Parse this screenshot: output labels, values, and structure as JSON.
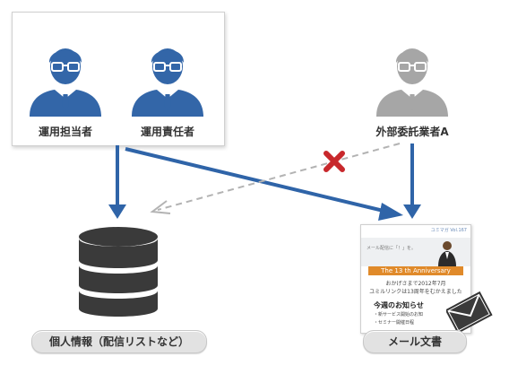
{
  "people": {
    "operator": "運用担当者",
    "manager": "運用責任者",
    "contractor": "外部委託業者A"
  },
  "stores": {
    "database": "個人情報（配信リストなど）",
    "document": "メール文書"
  },
  "doc_thumbnail": {
    "brand": "ユミマガ",
    "volume": "Vol.167",
    "banner_text": "メール配信に「！」を。",
    "anniversary": "The 13 th Anniversary",
    "line1": "おかげさまで2012年7月",
    "line2": "ユミルリンクは13周年をむかえました",
    "subheading": "今週のお知らせ",
    "bullet1": "・新サービス開始のお知",
    "bullet2": "・セミナー開催日程"
  },
  "colors": {
    "staff": "#3366a8",
    "contractor": "#a6a6a6",
    "arrow": "#2f64a8",
    "dashed": "#b3b3b3",
    "blocked": "#c8282c",
    "database": "#3a3a3a"
  }
}
